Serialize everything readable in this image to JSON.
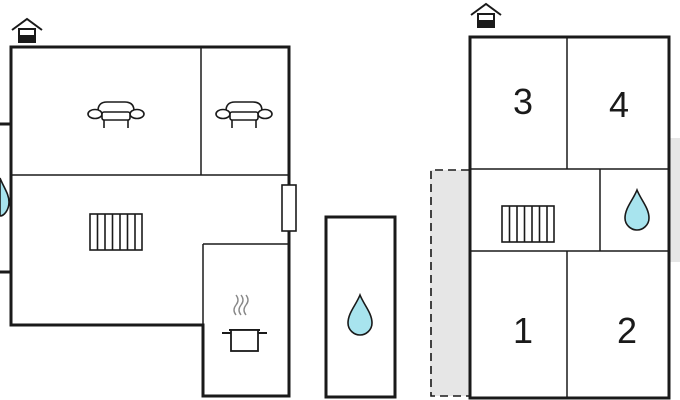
{
  "floor_plan": {
    "colors": {
      "wall": "#1a1a1a",
      "water": "#a8e4ee",
      "outside_area": "#e6e6e6",
      "background": "#ffffff"
    },
    "entrance_icons": [
      "house-entrance-icon",
      "house-entrance-icon"
    ],
    "ground_floor": {
      "rooms": [
        {
          "name": "living-room",
          "icon": "sofa-icon"
        },
        {
          "name": "sitting-room",
          "icon": "sofa-icon"
        },
        {
          "name": "hall",
          "icon": "radiator-icon"
        },
        {
          "name": "kitchen",
          "icon": "cooking-pot-icon"
        },
        {
          "name": "bathroom",
          "icon": "water-drop-icon"
        }
      ]
    },
    "upper_floor": {
      "rooms": [
        {
          "label": "3"
        },
        {
          "label": "4"
        },
        {
          "label": "1"
        },
        {
          "label": "2"
        }
      ],
      "hall_icon": "radiator-icon",
      "bathroom_icon": "water-drop-icon"
    }
  }
}
